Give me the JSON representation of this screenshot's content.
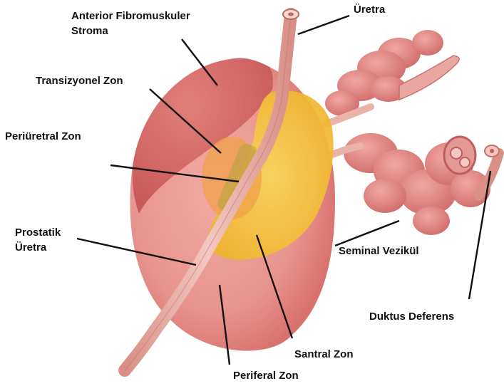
{
  "labels": {
    "anterior_fibromuskuler_stroma": [
      "Anterior Fibromuskuler",
      "Stroma"
    ],
    "uretra": "Üretra",
    "transizyonel_zon": "Transizyonel Zon",
    "periuretral_zon": "Periüretral Zon",
    "prostatik_uretra": [
      "Prostatik",
      "Üretra"
    ],
    "seminal_vezikul": "Seminal Vezikül",
    "duktus_deferens": "Duktus Deferens",
    "santral_zon": "Santral Zon",
    "periferal_zon": "Periferal Zon"
  },
  "colors": {
    "peripheral_zone": "#e8938e",
    "anterior_stroma": "#d96c6a",
    "central_zone": "#f4c233",
    "transition_zone": "#f0a04a",
    "urethra": "#e9b3aa",
    "seminal_vesicle": "#e58a86",
    "leader_line": "#111111"
  }
}
